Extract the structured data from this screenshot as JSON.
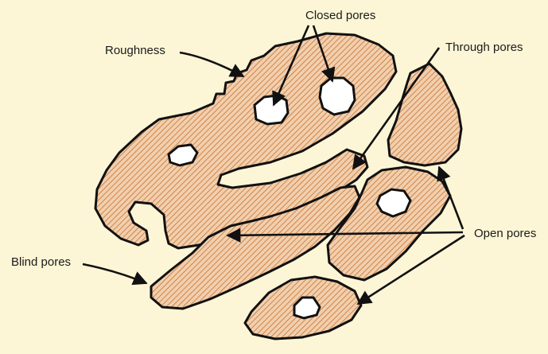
{
  "labels": {
    "closed_pores": "Closed pores",
    "roughness": "Roughness",
    "through_pores": "Through pores",
    "open_pores": "Open pores",
    "blind_pores": "Blind pores"
  },
  "colors": {
    "background": "#fdf6d6",
    "particle_fill": "#f1cfae",
    "hatch": "#c8722f",
    "outline": "#111111",
    "pore": "#ffffff"
  }
}
